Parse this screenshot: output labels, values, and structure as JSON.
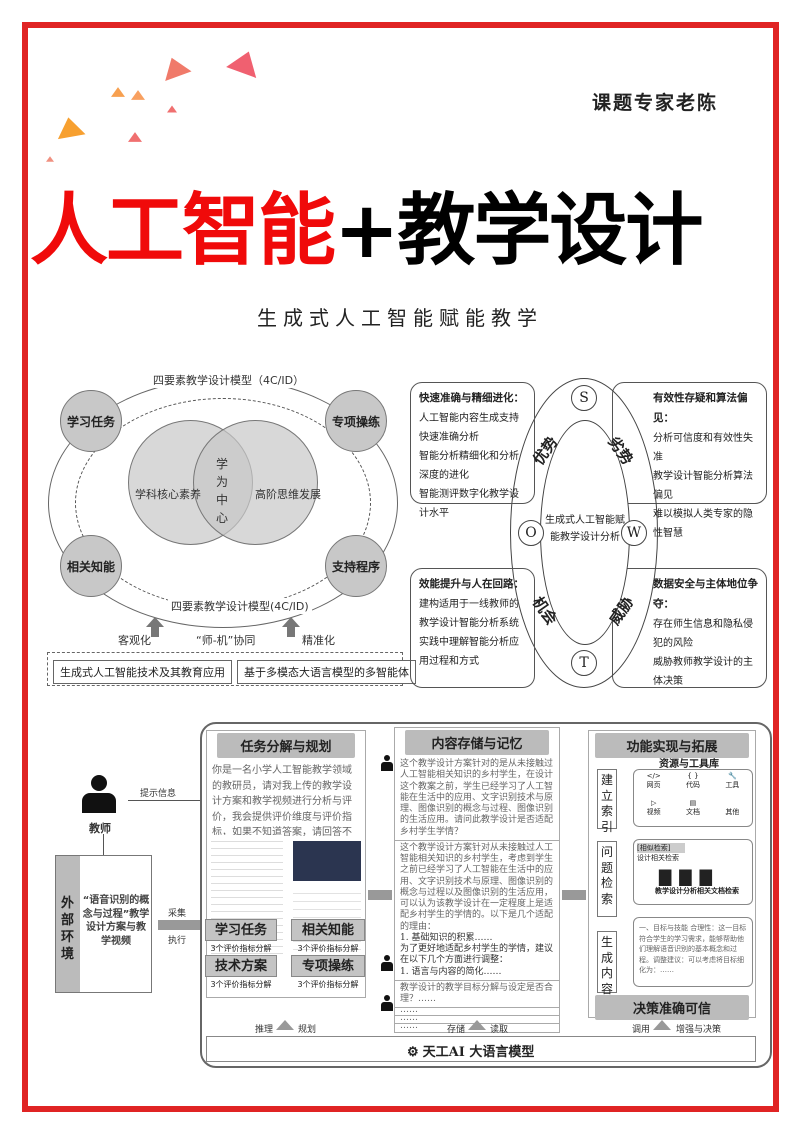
{
  "brand": "课题专家老陈",
  "title": {
    "red": "人工智能",
    "black": "+教学设计"
  },
  "subtitle": "生成式人工智能赋能教学",
  "colors": {
    "frame": "#e02424",
    "title_red": "#f00a0a",
    "title_black": "#000000"
  },
  "venn": {
    "top_label": "四要素教学设计模型（4C/ID）",
    "bottom_label": "四要素教学设计模型(4C/ID)",
    "nodes": [
      "学习任务",
      "专项操练",
      "相关知能",
      "支持程序"
    ],
    "left_circle": "学科核心素养",
    "right_circle": "高阶思维发展",
    "center": "学为中心",
    "arrow_left": "客观化",
    "arrow_mid": "“师-机”协同",
    "arrow_right": "精准化",
    "base_left": "生成式人工智能技术及其教育应用",
    "base_right": "基于多模态大语言模型的多智能体"
  },
  "swot": {
    "center": "生成式人工智能赋能教学设计分析",
    "letters": [
      "S",
      "W",
      "O",
      "T"
    ],
    "labels": [
      "优势",
      "劣势",
      "机会",
      "威胁"
    ],
    "s": {
      "title": "快速准确与精细进化：",
      "items": [
        "人工智能内容生成支持快速准确分析",
        "智能分析精细化和分析深度的进化",
        "智能测评数字化教学设计水平"
      ]
    },
    "w": {
      "title": "有效性存疑和算法偏见：",
      "items": [
        "分析可信度和有效性失准",
        "教学设计智能分析算法偏见",
        "难以模拟人类专家的隐性智慧"
      ]
    },
    "o": {
      "title": "效能提升与人在回路：",
      "items": [
        "建构适用于一线教师的教学设计智能分析系统",
        "实践中理解智能分析应用过程和方式"
      ]
    },
    "t": {
      "title": "数据安全与主体地位争夺：",
      "items": [
        "存在师生信息和隐私侵犯的风险",
        "威胁教师教学设计的主体决策"
      ]
    }
  },
  "flow": {
    "teacher": "教师",
    "prompt_label": "提示信息",
    "env": "外部环境",
    "env_content": "“语音识别的概念与过程”教学设计方案与教学视频",
    "collect": "采集",
    "execute": "执行",
    "col1": {
      "header": "任务分解与规划",
      "prompt": "你是一名小学人工智能教学领域的教研员，请对我上传的教学设计方案和教学视频进行分析与评价，我会提供评价维度与评价指标，如果不知道答案，请回答不知道，不要编造答案。",
      "tags": [
        {
          "name": "学习任务",
          "sub": "3个评价指标分解"
        },
        {
          "name": "相关知能",
          "sub": "3个评价指标分解"
        },
        {
          "name": "技术方案",
          "sub": "3个评价指标分解"
        },
        {
          "name": "专项操练",
          "sub": "3个评价指标分解"
        }
      ],
      "foot_left": "推理",
      "foot_right": "规划"
    },
    "col2": {
      "header": "内容存储与记忆",
      "q1": "这个教学设计方案针对的是从未接触过人工智能相关知识的乡村学生，在设计这个教案之前，学生已经学习了人工智能在生活中的应用、文字识别技术与原理、图像识别的概念与过程、图像识别的生活应用。请问此教学设计是否适配乡村学生学情？",
      "a1": "这个教学设计方案针对从未接触过人工智能相关知识的乡村学生，考虑到学生之前已经学习了人工智能在生活中的应用、文字识别技术与原理、图像识别的概念与过程以及图像识别的生活应用，可以认为该教学设计在一定程度上是适配乡村学生的学情的。以下是几个适配的理由：",
      "a1_list1": "1. 基础知识的积累……",
      "a1_more": "为了更好地适配乡村学生的学情，建议在以下几个方面进行调整：",
      "a1_list2": "1. 语言与内容的简化……",
      "q2": "教学设计的教学目标分解与设定是否合理？……",
      "blank": [
        "……",
        "……",
        "……"
      ],
      "foot_left": "存储",
      "foot_right": "读取"
    },
    "col3": {
      "header": "功能实现与拓展",
      "library": "资源与工具库",
      "tools": [
        "网页",
        "代码",
        "工具",
        "视频",
        "文档",
        "其他"
      ],
      "steps": [
        "建立索引",
        "问题检索",
        "生成内容"
      ],
      "search_tag": "[相似检索]",
      "search_sub": "设计相关检索",
      "search_result": "教学设计分析相关文档检索",
      "gen": "一、目标与技能 合理性：这一目标符合学生的学习需求，能够帮助他们理解语音识别的基本概念和过程。调整建议：可以考虑将目标细化为：……",
      "decision": "决策准确可信",
      "foot_left": "调用",
      "foot_right": "增强与决策"
    },
    "llm": "天工AI 大语言模型"
  }
}
